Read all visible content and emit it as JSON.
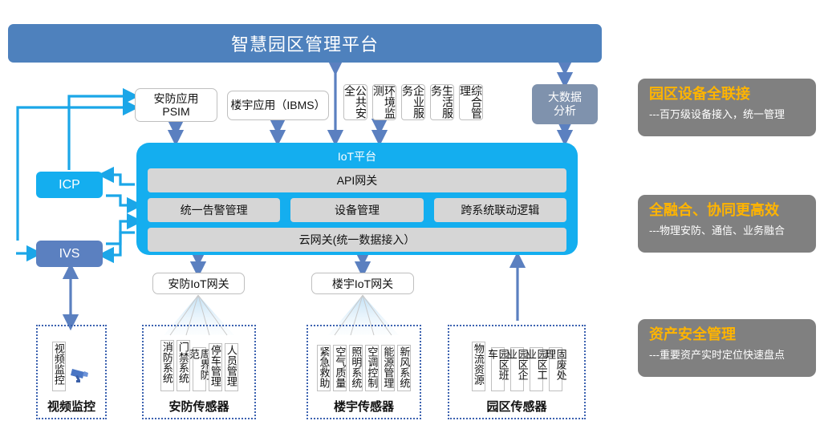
{
  "platform": {
    "title": "智慧园区管理平台"
  },
  "applications": {
    "psim": "安防应用\nPSIM",
    "psim_line1": "安防应用",
    "psim_line2": "PSIM",
    "ibms": "楼宇应用（IBMS）",
    "verticals": [
      "公共安全",
      "环境监测",
      "企业服务",
      "生活服务",
      "综合管理"
    ],
    "bigdata_line1": "大数据",
    "bigdata_line2": "分析"
  },
  "iot": {
    "title": "IoT平台",
    "api_gateway": "API网关",
    "middle": [
      "统一告警管理",
      "设备管理",
      "跨系统联动逻辑"
    ],
    "cloud_gateway": "云网关(统一数据接入）"
  },
  "left_nodes": {
    "icp": "ICP",
    "ivs": "IVS"
  },
  "gateways": {
    "security": "安防IoT网关",
    "building": "楼宇IoT网关"
  },
  "sensor_groups": [
    {
      "caption": "视频监控",
      "items": [
        "视频监控"
      ],
      "icon": "cctv-camera-icon"
    },
    {
      "caption": "安防传感器",
      "items": [
        "消防系统",
        "门禁系统",
        "周界防范",
        "停车管理",
        "人员管理"
      ]
    },
    {
      "caption": "楼宇传感器",
      "items": [
        "紧急救助",
        "空气质量",
        "照明系统",
        "空调控制",
        "能源管理",
        "新风系统"
      ]
    },
    {
      "caption": "园区传感器",
      "items": [
        "物流资源",
        "园区班车",
        "园区企业",
        "园区工业",
        "固废处理"
      ]
    }
  ],
  "highlights": [
    {
      "title": "园区设备全联接",
      "subtitle": "---百万级设备接入，统一管理"
    },
    {
      "title": "全融合、协同更高效",
      "subtitle": "---物理安防、通信、业务融合"
    },
    {
      "title": "资产安全管理",
      "subtitle": "---重要资产实时定位快速盘点"
    }
  ],
  "colors": {
    "platform_bar": "#4E81BD",
    "iot_platform": "#14AEEF",
    "icp": "#14AEEF",
    "ivs": "#5B80C0",
    "bigdata": "#7F92AD",
    "panel_bg": "#808080",
    "panel_title": "#FFB400",
    "connector_blue": "#5B80C0",
    "connector_cyan": "#14AEEF",
    "group_border": "#3C62B0",
    "gray_block": "#D6D6D6"
  }
}
